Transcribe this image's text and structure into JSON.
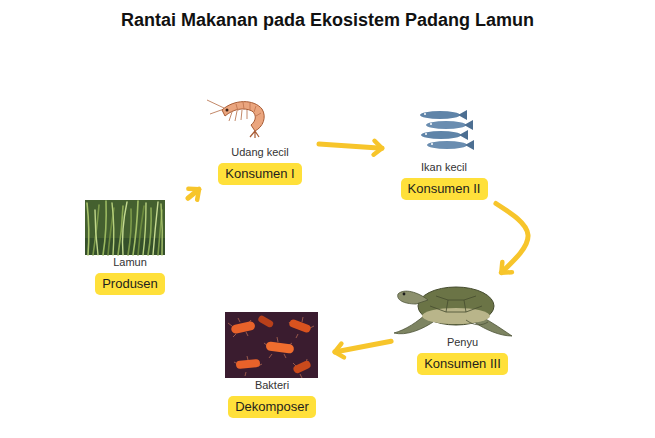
{
  "diagram": {
    "title": "Rantai Makanan pada Ekosistem Padang Lamun",
    "nodes": [
      {
        "text": [
          "Lamun",
          "Produsen"
        ]
      },
      {
        "text": [
          "Udang kecil",
          "Konsumen I"
        ]
      },
      {
        "text": [
          "Ikan kecil",
          "Konsumen II"
        ]
      },
      {
        "text": [
          "Penyu",
          "Konsumen III"
        ]
      },
      {
        "text": [
          "Bakteri",
          "Dekomposer"
        ]
      }
    ],
    "edges": [
      {
        "from": 0,
        "to": 1,
        "arrow": "to"
      },
      {
        "from": 1,
        "to": 2,
        "arrow": "to"
      },
      {
        "from": 2,
        "to": 3,
        "arrow": "to"
      },
      {
        "from": 3,
        "to": 4,
        "arrow": "to"
      }
    ]
  }
}
